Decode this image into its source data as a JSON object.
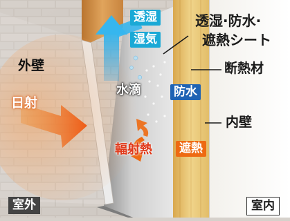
{
  "labels": {
    "exterior_wall": "外壁",
    "breathable": "透湿",
    "moisture": "湿気",
    "membrane_line1": "透湿·防水·",
    "membrane_line2": "遮熱シート",
    "insulation": "断熱材",
    "water_drops": "水滴",
    "waterproof": "防水",
    "sunlight": "日射",
    "inner_wall": "内壁",
    "radiant_heat": "輻射熱",
    "heat_shield": "遮熱",
    "outdoor": "室外",
    "indoor": "室内"
  },
  "colors": {
    "cyan_badge": "#1aa9d6",
    "blue_badge": "#1e63b4",
    "orange_badge": "#ee6a12",
    "moisture_arrow": "#34b3ea",
    "sun_arrow": "#f17a1d",
    "radiant_text": "#e0391a",
    "insulation": "#e9c877",
    "wall_brick": "#cfc8c1"
  }
}
